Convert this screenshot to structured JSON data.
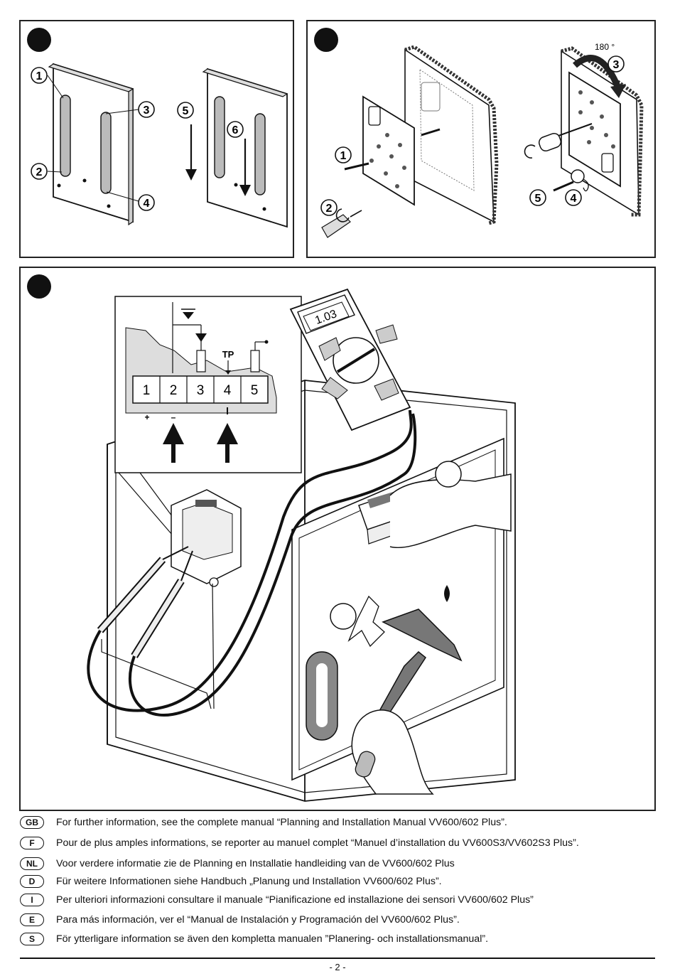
{
  "figure1": {
    "callouts": [
      "1",
      "2",
      "3",
      "4",
      "5",
      "6"
    ]
  },
  "figure2": {
    "angle_label": "180 °",
    "callouts": [
      "1",
      "2",
      "3",
      "4",
      "5"
    ]
  },
  "figure3": {
    "terminals": [
      "1",
      "2",
      "3",
      "4",
      "5"
    ],
    "tp_label": "TP",
    "polarity_plus": "+",
    "polarity_minus": "–",
    "meter_reading": "1.03"
  },
  "languages": [
    {
      "code": "GB",
      "text": "For further information, see the complete manual “Planning and Installation Manual VV600/602 Plus”."
    },
    {
      "code": "F",
      "text": "Pour de plus amples informations, se reporter au manuel complet “Manuel d’installation du VV600S3/VV602S3 Plus”."
    },
    {
      "code": "NL",
      "text": "Voor verdere informatie zie de Planning en Installatie handleiding van de VV600/602 Plus"
    },
    {
      "code": "D",
      "text": "Für weitere Informationen siehe Handbuch  „Planung und Installation VV600/602 Plus”."
    },
    {
      "code": "I",
      "text": "Per ulteriori informazioni consultare il manuale “Pianificazione ed installazione dei sensori VV600/602 Plus”"
    },
    {
      "code": "E",
      "text": "Para más información, ver el “Manual de Instalación y Programación del VV600/602 Plus”."
    },
    {
      "code": "S",
      "text": "För ytterligare information se även den kompletta manualen ”Planering- och installationsmanual”."
    }
  ],
  "footer": {
    "page_number": "- 2 -"
  }
}
